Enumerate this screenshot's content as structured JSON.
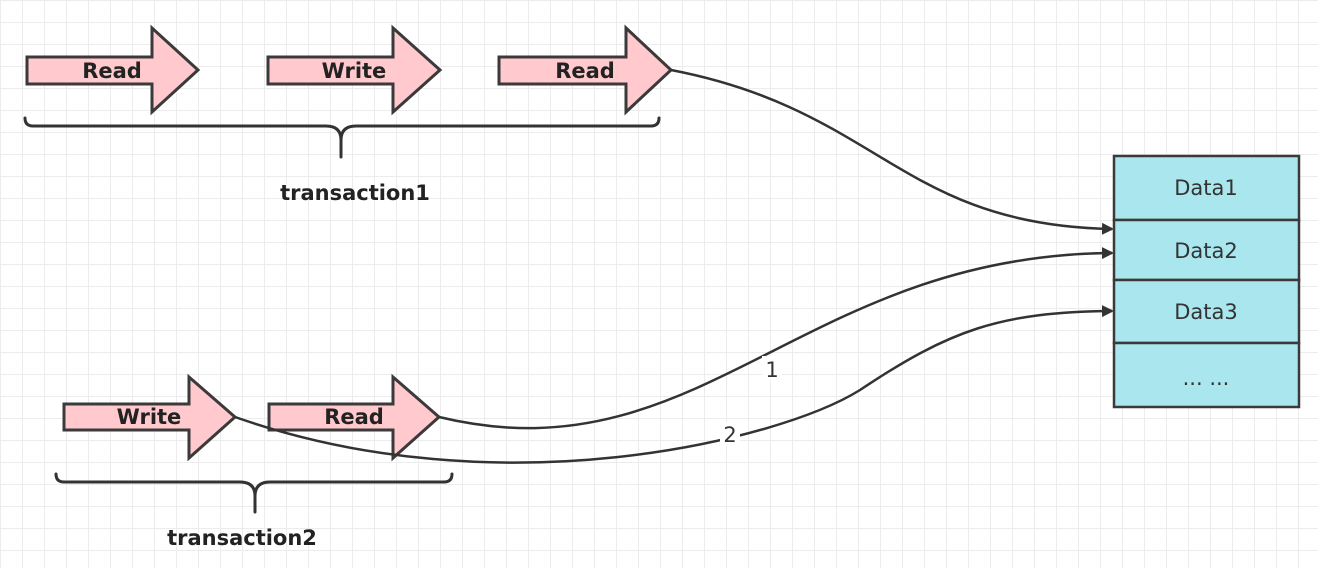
{
  "transaction1": {
    "label": "transaction1",
    "steps": [
      "Read",
      "Write",
      "Read"
    ]
  },
  "transaction2": {
    "label": "transaction2",
    "steps": [
      "Write",
      "Read"
    ]
  },
  "datastore": {
    "cells": [
      "Data1",
      "Data2",
      "Data3",
      "... ..."
    ]
  },
  "edges": {
    "label_1": "1",
    "label_2": "2"
  },
  "colors": {
    "arrow_fill": "#ffc9cd",
    "cell_fill": "#a9e6ee",
    "stroke": "#333333"
  }
}
